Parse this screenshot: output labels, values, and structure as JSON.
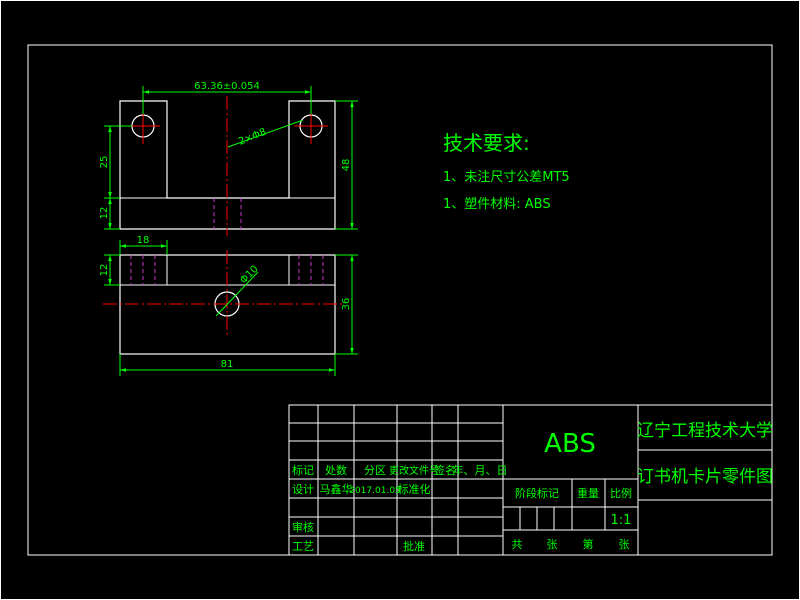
{
  "colors": {
    "background": "#000000",
    "frame": "#ffffff",
    "geometry": "#ffffff",
    "dimension": "#00ff00",
    "centerline": "#ff0000",
    "hidden": "#cc33cc",
    "text": "#00ff00"
  },
  "dimensions": {
    "hole_spacing": "63.36±0.054",
    "hole_dia": "2×Φ8",
    "height_25": "25",
    "height_12_top": "12",
    "overall_height": "48",
    "width_18": "18",
    "height_12_bottom": "12",
    "center_dia": "Φ10",
    "depth_36": "36",
    "overall_width": "81"
  },
  "tech_req": {
    "heading": "技术要求:",
    "line1": "1、未注尺寸公差MT5",
    "line2": "1、塑件材料: ABS"
  },
  "title_block": {
    "material": "ABS",
    "school": "辽宁工程技术大学",
    "drawing_name": "订书机卡片零件图",
    "col_mark": "标记",
    "col_count": "处数",
    "col_zone": "分区",
    "col_doc": "更改文件号",
    "col_sign": "签名",
    "col_date": "年、月、日",
    "design_label": "设计",
    "designer": "马鑫华",
    "design_date": "2017.01.05",
    "standardize": "标准化",
    "stage_mark": "阶段标记",
    "weight": "重量",
    "scale_label": "比例",
    "scale_value": "1:1",
    "review": "审核",
    "process": "工艺",
    "approve": "批准",
    "total": "共",
    "sheet_unit": "张",
    "page": "第",
    "sheet_unit2": "张"
  }
}
